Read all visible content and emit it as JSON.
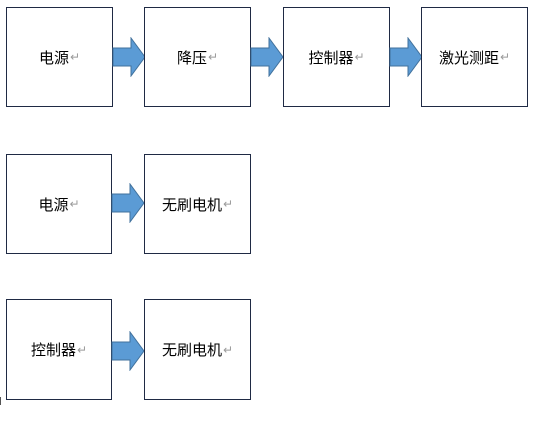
{
  "diagram": {
    "rows": [
      {
        "boxes": [
          {
            "label": "电源"
          },
          {
            "label": "降压"
          },
          {
            "label": "控制器"
          },
          {
            "label": "激光测距"
          }
        ]
      },
      {
        "boxes": [
          {
            "label": "电源"
          },
          {
            "label": "无刷电机"
          }
        ]
      },
      {
        "boxes": [
          {
            "label": "控制器"
          },
          {
            "label": "无刷电机"
          }
        ]
      }
    ],
    "paragraph_mark": "↵",
    "colors": {
      "box_border": "#1f2a44",
      "arrow_fill": "#5b9bd5",
      "arrow_stroke": "#41719c",
      "paragraph_mark": "#9a9a9a"
    }
  }
}
